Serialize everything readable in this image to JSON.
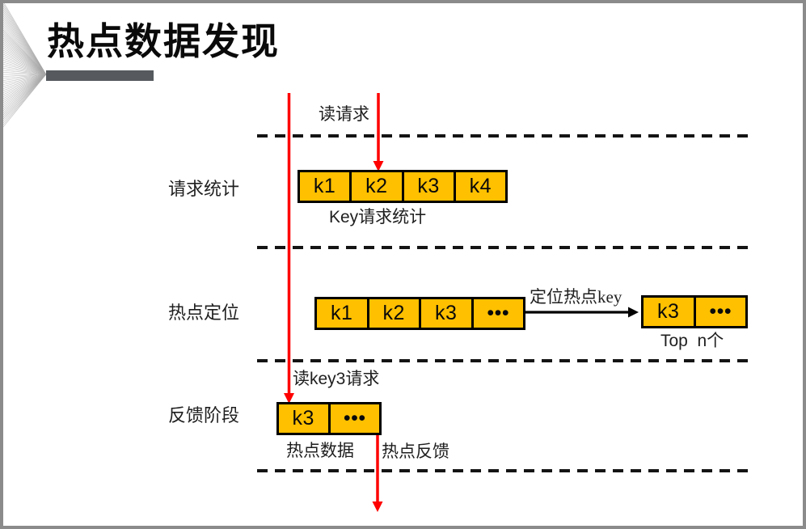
{
  "slide": {
    "title": "热点数据发现",
    "colors": {
      "box_fill": "#FFC000",
      "arrow_red": "#FF0000",
      "line_black": "#141414",
      "frame_gray": "#8B8B8B",
      "title_bar_gray": "#565A5F"
    }
  },
  "lanes": {
    "row1_label": "请求统计",
    "row2_label": "热点定位",
    "row3_label": "反馈阶段"
  },
  "annotations": {
    "read_request": "读请求",
    "key_request_stats": "Key请求统计",
    "locate_hot_key": "定位热点key",
    "top_n": "Top  n个",
    "read_key3_request": "读key3请求",
    "hot_data": "热点数据",
    "hot_feedback": "热点反馈"
  },
  "key_groups": {
    "stats": [
      "k1",
      "k2",
      "k3",
      "k4"
    ],
    "locate": [
      "k1",
      "k2",
      "k3",
      "•••"
    ],
    "top": [
      "k3",
      "•••"
    ],
    "feedback": [
      "k3",
      "•••"
    ]
  }
}
